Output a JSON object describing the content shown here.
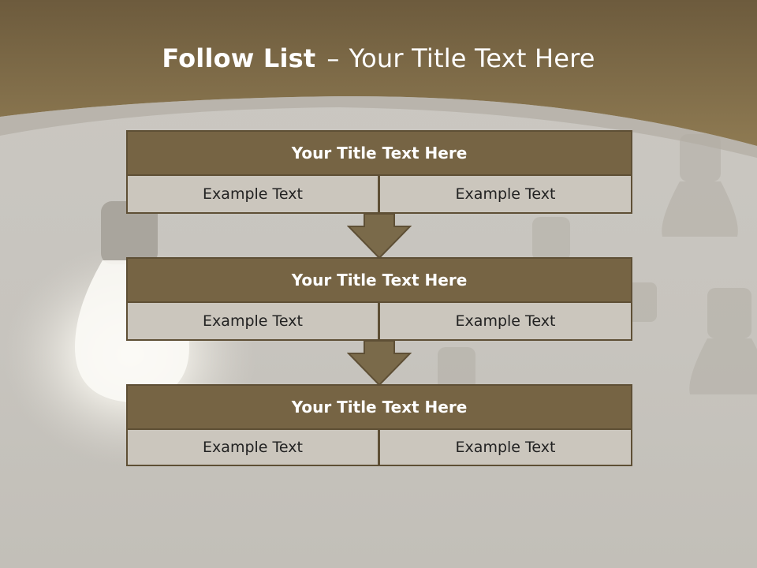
{
  "title": {
    "bold": "Follow List",
    "dash": "–",
    "rest": "Your Title Text Here"
  },
  "steps": [
    {
      "title": "Your Title Text Here",
      "left": "Example Text",
      "right": "Example Text"
    },
    {
      "title": "Your Title Text Here",
      "left": "Example Text",
      "right": "Example Text"
    },
    {
      "title": "Your Title Text Here",
      "left": "Example Text",
      "right": "Example Text"
    }
  ],
  "colors": {
    "header_brown": "#8a7752",
    "block_title": "#766444",
    "block_border": "#5e4f35",
    "cell_fill": "#cbc6bd",
    "arrow_fill": "#7a6a4a"
  },
  "icons": [
    "down-arrow-icon",
    "light-bulb-icon"
  ]
}
